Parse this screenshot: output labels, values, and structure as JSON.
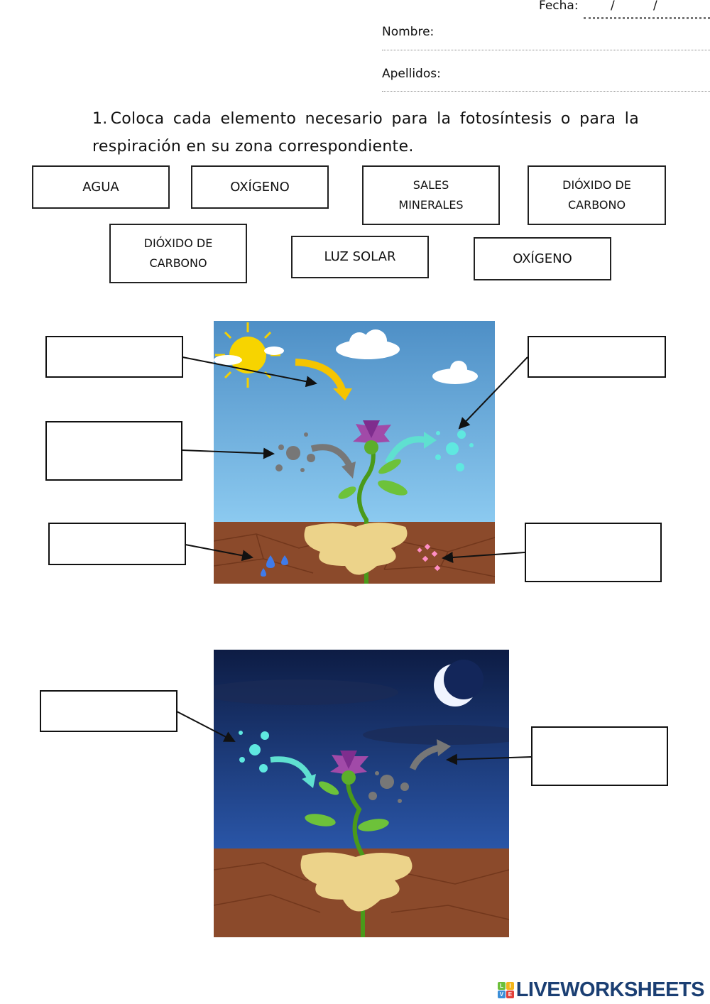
{
  "header": {
    "date_label": "Fecha:",
    "date_sep1": "/",
    "date_sep2": "/",
    "name_label": "Nombre:",
    "surname_label": "Apellidos:"
  },
  "instruction": {
    "number": "1.",
    "text": "Coloca cada elemento necesario para la fotosíntesis o para la respiración en su zona correspondiente."
  },
  "word_bank": [
    {
      "line1": "AGUA",
      "line2": ""
    },
    {
      "line1": "OXÍGENO",
      "line2": ""
    },
    {
      "line1": "SALES",
      "line2": "MINERALES"
    },
    {
      "line1": "DIÓXIDO DE",
      "line2": "CARBONO"
    },
    {
      "line1": "DIÓXIDO DE",
      "line2": "CARBONO"
    },
    {
      "line1": "LUZ SOLAR",
      "line2": ""
    },
    {
      "line1": "OXÍGENO",
      "line2": ""
    }
  ],
  "scenes": {
    "day": {
      "name": "photosynthesis-day-scene",
      "sky": "#6fb3e0",
      "soil": "#8b4a2b"
    },
    "night": {
      "name": "respiration-night-scene",
      "sky": "#15306a",
      "soil": "#8b4a2b"
    }
  },
  "footer": {
    "logo_text": "LIVEWORKSHEETS",
    "logo_letters": [
      "L",
      "I",
      "V",
      "E"
    ]
  }
}
